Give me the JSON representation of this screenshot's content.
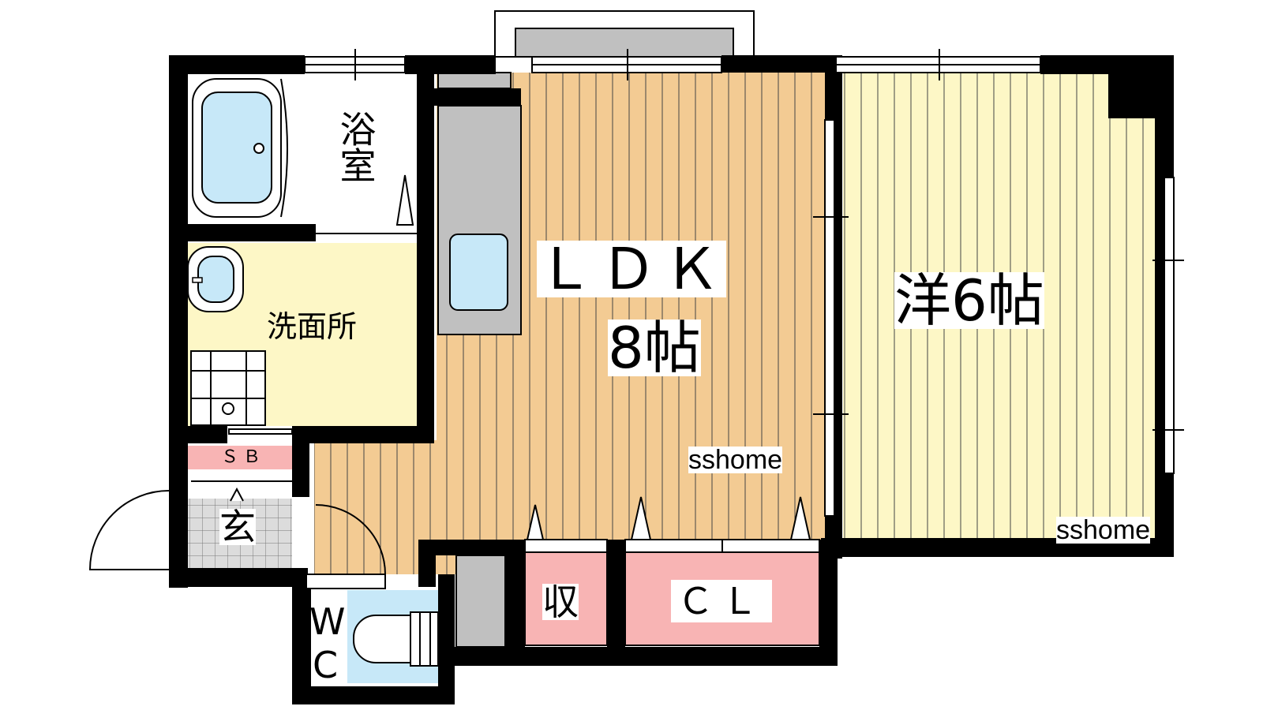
{
  "plan": {
    "rooms": {
      "ldk_label": "ＬＤＫ",
      "ldk_size": "8帖",
      "western_room": "洋6帖",
      "bathroom": "浴室",
      "washroom": "洗面所",
      "entrance": "玄",
      "shoe_box": "ＳＢ",
      "storage": "収",
      "closet": "ＣＬ",
      "toilet_w": "W",
      "toilet_c": "C"
    },
    "watermarks": [
      "sshome",
      "sshome"
    ],
    "colors": {
      "wall": "#000000",
      "ldk_floor": "#f3cb93",
      "western_floor": "#fdf7c6",
      "wet_floor": "#fdf7c6",
      "storage": "#f8b4b4",
      "fixture_blue": "#c7e8f8",
      "counter_gray": "#c0c0c0",
      "stripe_line": "#000000"
    }
  }
}
